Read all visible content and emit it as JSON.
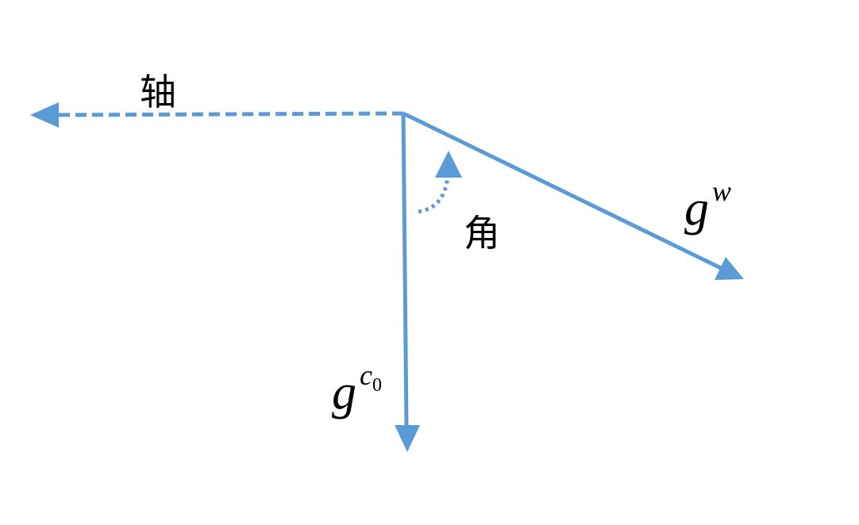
{
  "labels": {
    "axis": "轴",
    "angle": "角",
    "gw_base": "g",
    "gw_sup": "w",
    "gc_base": "g",
    "gc_sup": "c",
    "gc_sub": "0"
  },
  "colors": {
    "arrow": "#5B9BD5",
    "text": "#000000"
  }
}
